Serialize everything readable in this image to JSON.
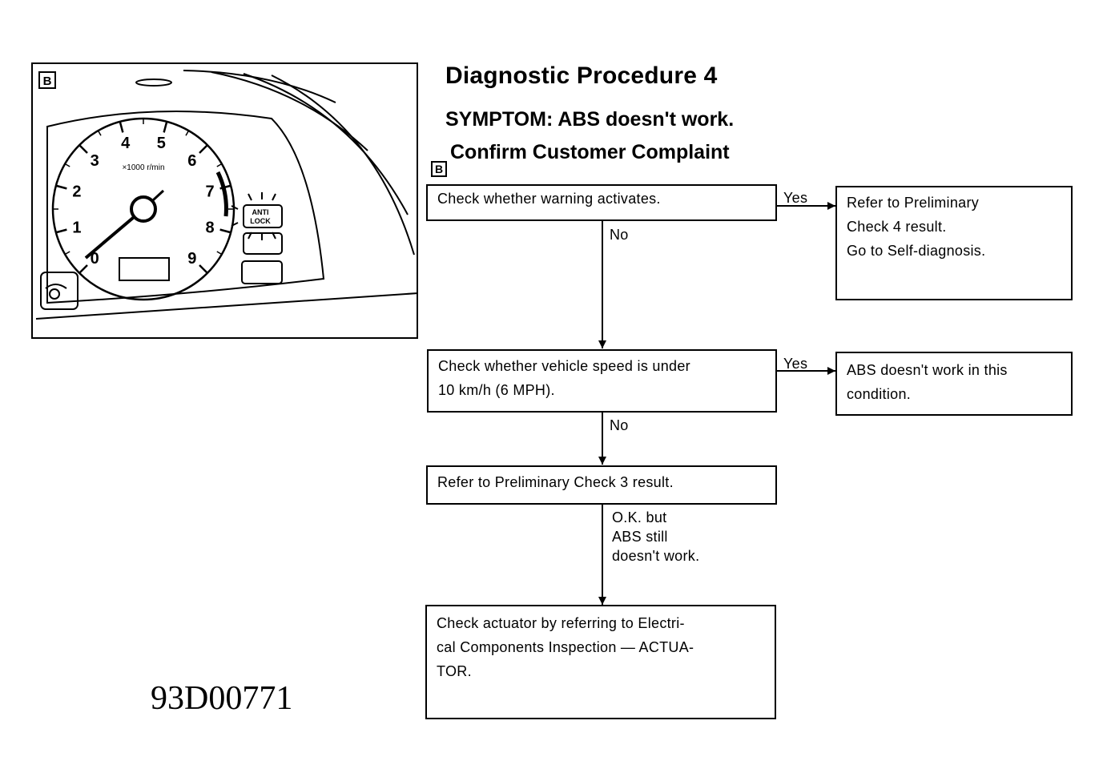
{
  "title": "Diagnostic Procedure 4",
  "symptom": "SYMPTOM: ABS doesn't work.",
  "subtitle": "Confirm Customer Complaint",
  "badge_letter": "B",
  "figure_code": "93D00771",
  "dashboard": {
    "tach_numbers": [
      "0",
      "1",
      "2",
      "3",
      "4",
      "5",
      "6",
      "7",
      "8",
      "9"
    ],
    "tach_unit": "×1000 r/min",
    "warning_lamp_text": [
      "ANTI",
      "LOCK"
    ]
  },
  "flow": {
    "step1": "Check whether warning activates.",
    "step1_yes_result": [
      "Refer to Preliminary",
      "Check 4 result.",
      "Go to Self-diagnosis."
    ],
    "step2": [
      "Check whether vehicle speed is under",
      "10 km/h (6 MPH)."
    ],
    "step2_yes_result": [
      "ABS doesn't work in this",
      "condition."
    ],
    "step3": "Refer to Preliminary Check 3 result.",
    "step4": [
      "Check actuator by referring to Electri-",
      "cal Components Inspection — ACTUA-",
      "TOR."
    ],
    "yes_label": "Yes",
    "no_label": "No",
    "ok_label": [
      "O.K. but",
      "ABS still",
      "doesn't work."
    ]
  }
}
